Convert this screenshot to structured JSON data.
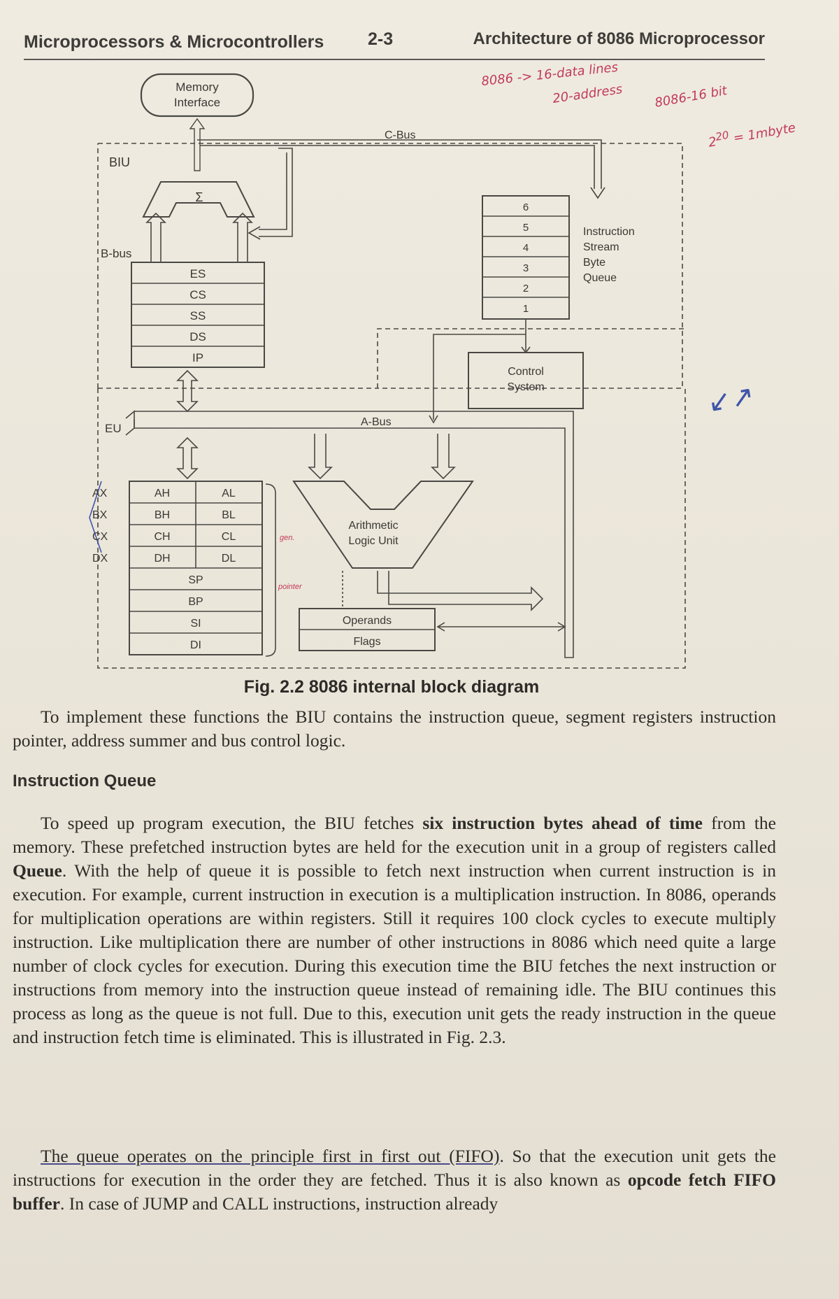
{
  "header": {
    "left": "Microprocessors & Microcontrollers",
    "center": "2-3",
    "right": "Architecture of 8086 Microprocessor"
  },
  "annotations": {
    "note1": "8086 -> 16-data lines",
    "note2": "20-address",
    "note3": "8086-16 bit",
    "note4": "2",
    "note4_sup": "20",
    "note4_rest": "= 1mbyte",
    "arrow": "↙↗"
  },
  "diagram": {
    "memory_interface": [
      "Memory",
      "Interface"
    ],
    "biu": "BIU",
    "b_bus": "B-bus",
    "c_bus": "C-Bus",
    "sigma": "Σ",
    "segment_registers": [
      "ES",
      "CS",
      "SS",
      "DS",
      "IP"
    ],
    "queue_slots": [
      "6",
      "5",
      "4",
      "3",
      "2",
      "1"
    ],
    "queue_label": [
      "Instruction",
      "Stream",
      "Byte",
      "Queue"
    ],
    "control_system": [
      "Control",
      "System"
    ],
    "eu": "EU",
    "a_bus": "A-Bus",
    "gp_left_labels": [
      "AX",
      "BX",
      "CX",
      "DX"
    ],
    "gp_high": [
      "AH",
      "BH",
      "CH",
      "DH"
    ],
    "gp_low": [
      "AL",
      "BL",
      "CL",
      "DL"
    ],
    "pointer_registers": [
      "SP",
      "BP",
      "SI",
      "DI"
    ],
    "alu": [
      "Arithmetic",
      "Logic Unit"
    ],
    "operands": "Operands",
    "flags": "Flags",
    "hand_gp": "gen.",
    "hand_ptr": "pointer"
  },
  "caption": "Fig. 2.2 8086 internal block diagram",
  "intro": "To implement these functions the BIU contains the instruction queue, segment registers instruction pointer, address summer and bus control logic.",
  "section_heading": "Instruction Queue",
  "para1": {
    "a": "To speed up program execution, the BIU fetches ",
    "b": "six instruction bytes ahead of time",
    "c": " from the memory. These prefetched instruction bytes are held for the execution unit in a group of registers called ",
    "d": "Queue",
    "e": ". With the help of queue it is possible to fetch next instruction when current instruction is in execution. For example, current instruction in execution is a multiplication instruction. In 8086, operands for multiplication operations are within registers. Still it requires 100 clock cycles to execute multiply instruction. Like multiplication there are number of other instructions in 8086 which need quite a large number of clock cycles for execution. During this execution time the BIU fetches the next instruction or instructions from memory into the instruction queue instead of remaining idle. The BIU continues this process as long as the queue is not full. Due to this, execution unit gets the ready instruction in the queue and instruction fetch time is eliminated. This is illustrated in Fig. 2.3."
  },
  "para2": {
    "a": "The queue operates on the principle first in first out (FIFO)",
    "b": ". So that the execution unit gets the instructions for execution in the order they are fetched. Thus it is also known as ",
    "c": "opcode fetch FIFO buffer",
    "d": ". In case of JUMP and CALL instructions, instruction already"
  }
}
